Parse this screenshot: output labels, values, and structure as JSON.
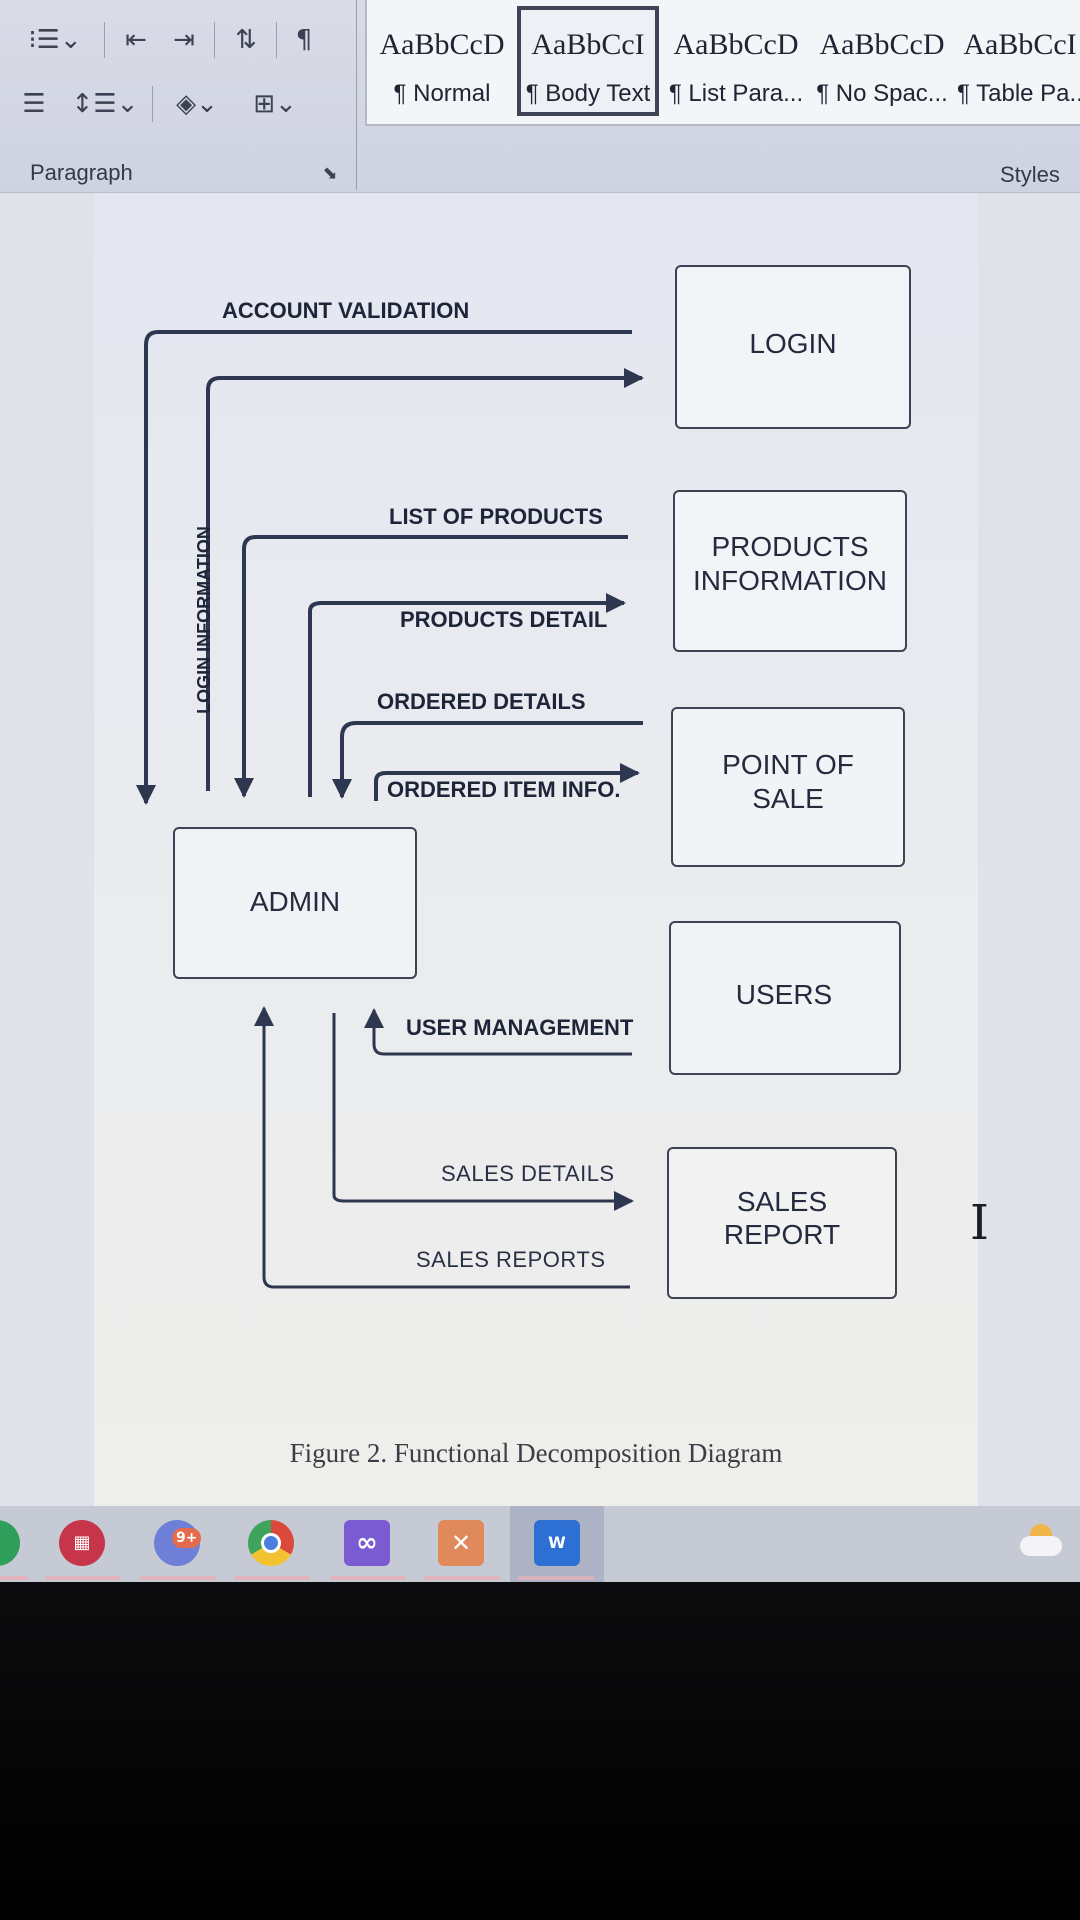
{
  "ribbon": {
    "paragraph_group_label": "Paragraph",
    "styles_group_label": "Styles",
    "icons": [
      "multilevel-list-icon",
      "decrease-indent-icon",
      "increase-indent-icon",
      "sort-icon",
      "show-formatting-marks-icon",
      "justify-icon",
      "line-spacing-icon",
      "shading-icon",
      "borders-icon",
      "dialog-launcher-icon"
    ],
    "styles": [
      {
        "sample": "AaBbCcD",
        "name": "¶ Normal",
        "selected": false
      },
      {
        "sample": "AaBbCcI",
        "name": "¶ Body Text",
        "selected": true
      },
      {
        "sample": "AaBbCcD",
        "name": "¶ List Para...",
        "selected": false
      },
      {
        "sample": "AaBbCcD",
        "name": "¶ No Spac...",
        "selected": false
      },
      {
        "sample": "AaBbCcI",
        "name": "¶ Table Pa...",
        "selected": false
      }
    ]
  },
  "diagram": {
    "boxes": {
      "login": "LOGIN",
      "products_line1": "PRODUCTS",
      "products_line2": "INFORMATION",
      "pos_line1": "POINT OF",
      "pos_line2": "SALE",
      "users": "USERS",
      "sales_line1": "SALES",
      "sales_line2": "REPORT",
      "admin": "ADMIN"
    },
    "flows": {
      "account_validation": "ACCOUNT VALIDATION",
      "login_information": "LOGIN INFORMATION",
      "list_of_products": "LIST OF PRODUCTS",
      "products_detail": "PRODUCTS DETAIL",
      "ordered_details": "ORDERED DETAILS",
      "ordered_item_info": "ORDERED ITEM INFO.",
      "user_management": "USER MANAGEMENT",
      "sales_details": "SALES DETAILS",
      "sales_reports": "SALES REPORTS"
    }
  },
  "caption": "Figure 2. Functional Decomposition Diagram",
  "taskbar": {
    "apps": [
      "office-icon",
      "chat-icon",
      "chrome-icon",
      "visual-studio-icon",
      "xampp-icon",
      "word-icon"
    ],
    "chat_badge": "9+",
    "word_letter": "W",
    "weather_icon": "weather-cloud-icon"
  },
  "colors": {
    "arrow": "#2e3750",
    "box_border": "#3d4254",
    "ribbon_bg": "#d3d6e1",
    "taskbar_bg": "#c6cad5"
  }
}
